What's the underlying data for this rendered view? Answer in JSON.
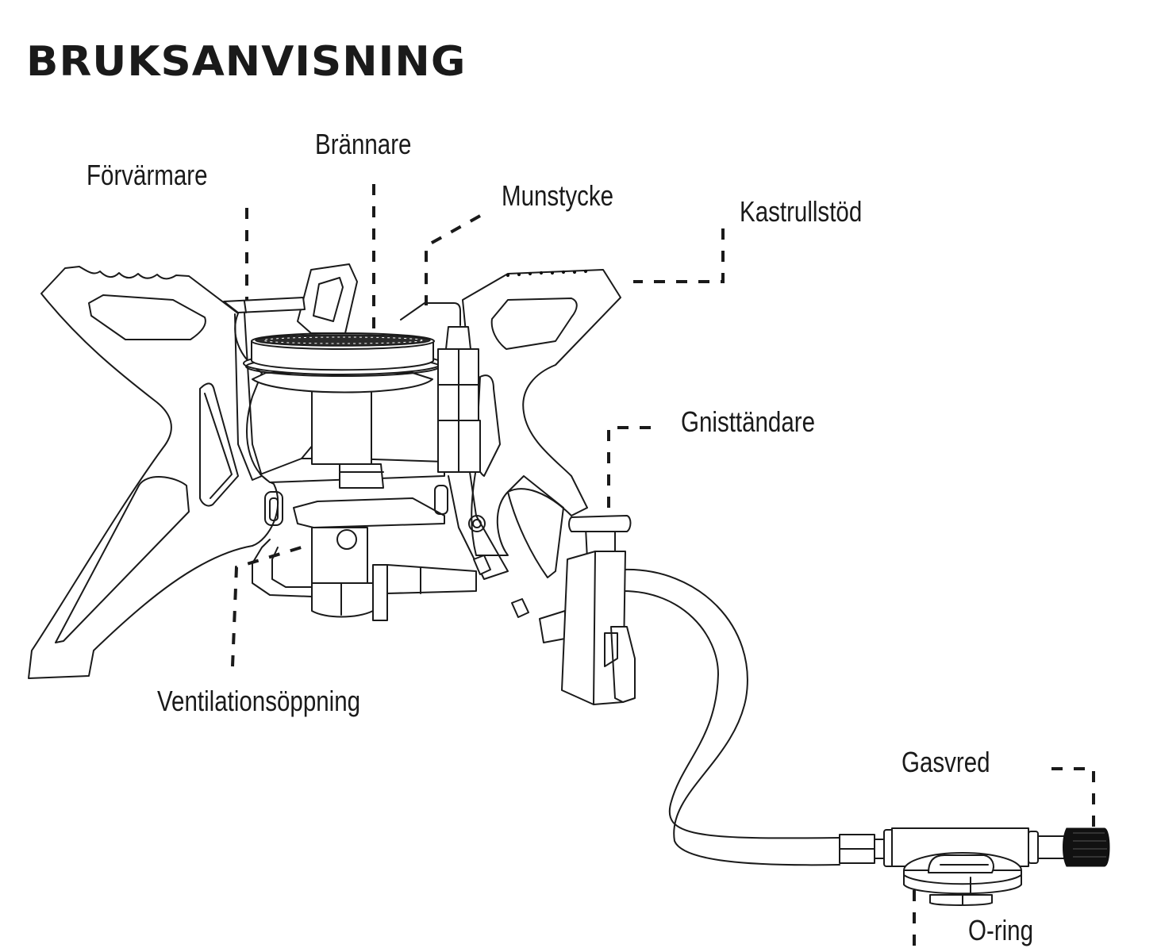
{
  "document": {
    "title": "BRUKSANVISNING",
    "figure": "stove-parts-diagram"
  },
  "labels": {
    "forvarmare": "Förvärmare",
    "brannare": "Brännare",
    "munstycke": "Munstycke",
    "kastrullstod": "Kastrullstöd",
    "gnisttandare": "Gnisttändare",
    "ventilationsoppning": "Ventilationsöppning",
    "gasvred": "Gasvred",
    "oring": "O-ring"
  },
  "colors": {
    "ink": "#1a1a1a",
    "background": "#ffffff"
  }
}
